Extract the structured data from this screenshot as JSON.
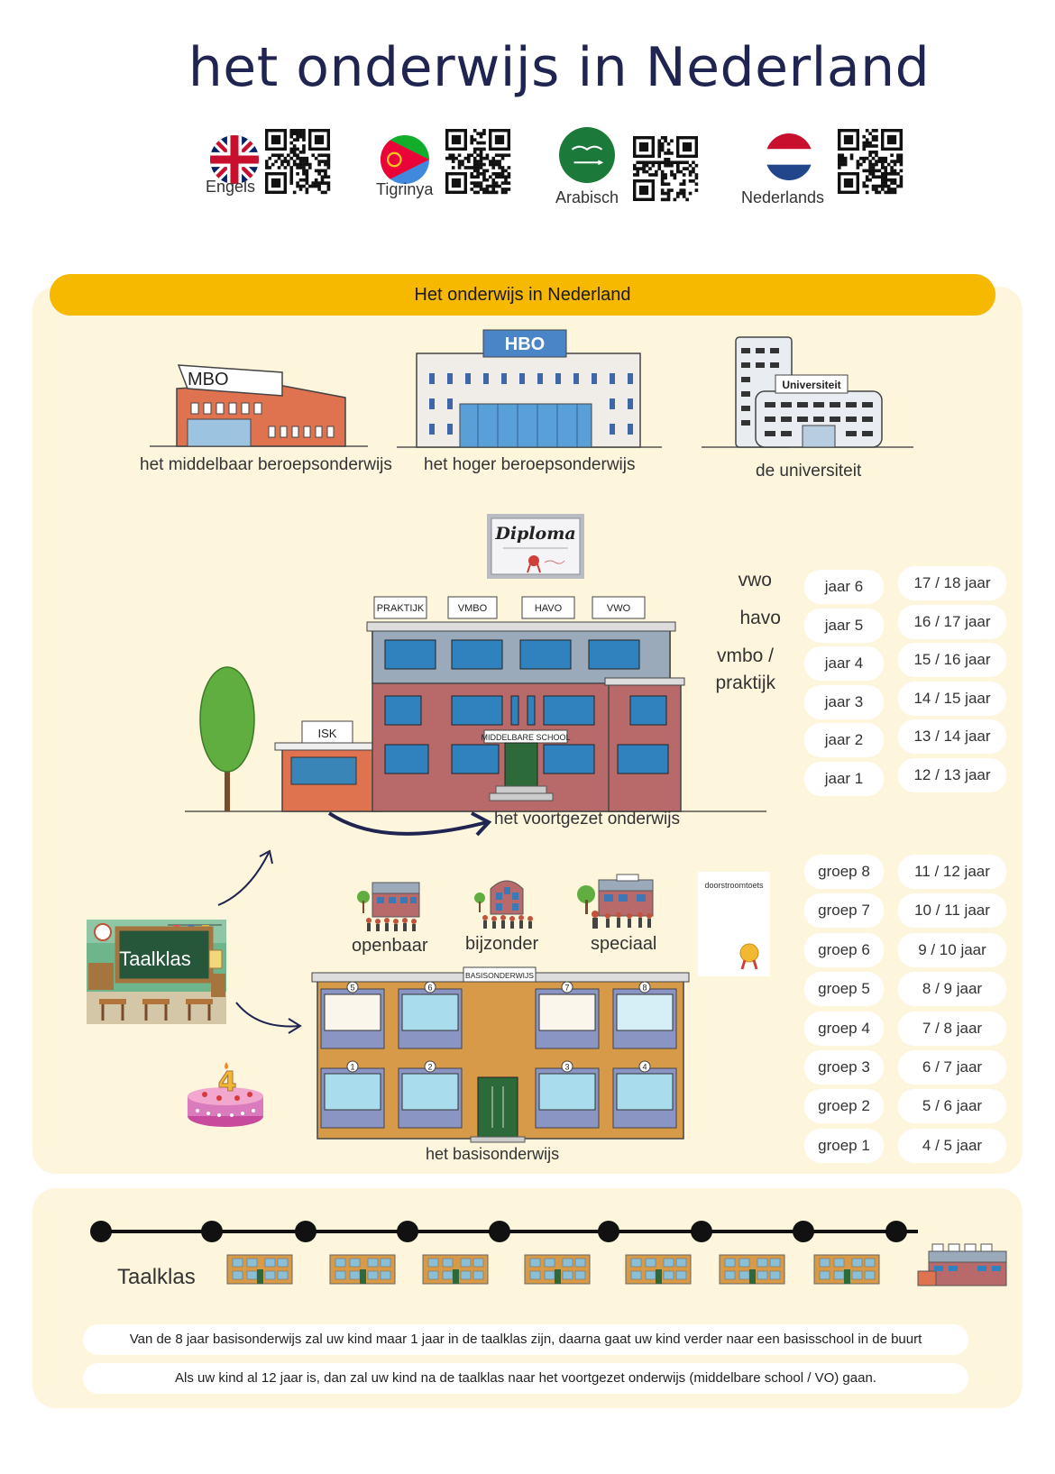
{
  "title": "het onderwijs in Nederland",
  "languages": [
    {
      "name": "Engels"
    },
    {
      "name": "Tigrinya"
    },
    {
      "name": "Arabisch"
    },
    {
      "name": "Nederlands"
    }
  ],
  "banner": "Het onderwijs in Nederland",
  "higher_education": [
    {
      "sign": "MBO",
      "caption": "het middelbaar beroepsonderwijs"
    },
    {
      "sign": "HBO",
      "caption": "het hoger beroepsonderwijs"
    },
    {
      "sign": "Universiteit",
      "caption": "de universiteit"
    }
  ],
  "diploma": "Diploma",
  "secondary": {
    "signs": [
      "PRAKTIJK",
      "VMBO",
      "HAVO",
      "VWO"
    ],
    "isk": "ISK",
    "school_sign": "MIDDELBARE SCHOOL",
    "caption": "het voortgezet onderwijs",
    "levels": [
      "vwo",
      "havo",
      "vmbo /",
      "praktijk"
    ],
    "years": [
      {
        "year": "jaar 6",
        "age": "17 / 18 jaar"
      },
      {
        "year": "jaar 5",
        "age": "16 / 17 jaar"
      },
      {
        "year": "jaar 4",
        "age": "15 / 16 jaar"
      },
      {
        "year": "jaar 3",
        "age": "14 / 15 jaar"
      },
      {
        "year": "jaar 2",
        "age": "13 / 14 jaar"
      },
      {
        "year": "jaar 1",
        "age": "12 / 13 jaar"
      }
    ]
  },
  "school_types": [
    "openbaar",
    "bijzonder",
    "speciaal"
  ],
  "doorstroomtoets": "doorstroomtoets",
  "taalklas_board": "Taalklas",
  "cake_number": "4",
  "primary": {
    "sign": "BASISONDERWIJS",
    "caption": "het basisonderwijs",
    "window_numbers": [
      "5",
      "6",
      "7",
      "8",
      "1",
      "2",
      "3",
      "4"
    ],
    "groups": [
      {
        "group": "groep 8",
        "age": "11 / 12 jaar"
      },
      {
        "group": "groep 7",
        "age": "10 / 11 jaar"
      },
      {
        "group": "groep 6",
        "age": "9 / 10 jaar"
      },
      {
        "group": "groep 5",
        "age": "8 / 9 jaar"
      },
      {
        "group": "groep 4",
        "age": "7 / 8 jaar"
      },
      {
        "group": "groep 3",
        "age": "6 / 7 jaar"
      },
      {
        "group": "groep 2",
        "age": "5 / 6 jaar"
      },
      {
        "group": "groep 1",
        "age": "4 / 5 jaar"
      }
    ]
  },
  "timeline": {
    "label": "Taalklas",
    "notes": [
      "Van de 8 jaar basisonderwijs zal uw kind maar 1 jaar in de taalklas zijn, daarna gaat uw kind verder naar een basisschool in de buurt",
      "Als uw kind al 12 jaar is, dan zal uw kind na de taalklas naar het voortgezet onderwijs  (middelbare school / VO) gaan."
    ]
  }
}
